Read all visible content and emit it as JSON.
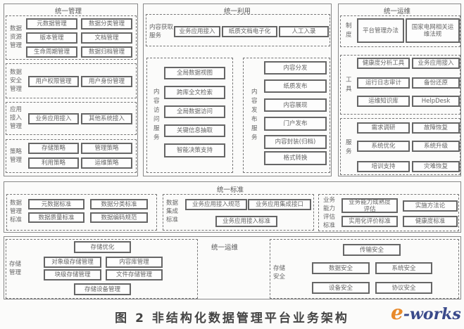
{
  "management": {
    "title": "统一管理",
    "resource": {
      "label": "数据资源管理",
      "items": [
        "元数据管理",
        "数据分类管理",
        "版本管理",
        "文档管理",
        "生命周期管理",
        "数据归档管理"
      ]
    },
    "security": {
      "label": "数据安全管理",
      "items": [
        "用户权限管理",
        "用户身份管理"
      ]
    },
    "access": {
      "label": "应用接入管理",
      "items": [
        "业务应用接入",
        "其他系统接入"
      ]
    },
    "policy": {
      "label": "策略管理",
      "items": [
        "存储策略",
        "管理策略",
        "利用策略",
        "运维策略"
      ]
    }
  },
  "utilization": {
    "title": "统一利用",
    "acquire": {
      "label": "内容获取服务",
      "items": [
        "业务应用接入",
        "纸质文档电子化",
        "人工入录"
      ]
    },
    "visit": {
      "label": "内容访问服务",
      "items": [
        "全局数据视图",
        "跨库全文检索",
        "全局数据访问",
        "关键信息抽取",
        "智能决策支持"
      ]
    },
    "publish": {
      "label": "内容发布服务",
      "items": [
        "内容分发",
        "纸质发布",
        "内容展现",
        "门户发布",
        "内容封装(归档)",
        "格式转换"
      ]
    }
  },
  "operation": {
    "title": "统一运维",
    "system": {
      "label": "制度",
      "items": [
        "平台管理办法",
        "国家电网相关运维法规"
      ]
    },
    "tools": {
      "label": "工具",
      "items": [
        "健康度分析工具",
        "业务应用接入",
        "运行日志审计",
        "备份还原",
        "运维知识库",
        "HelpDesk"
      ]
    },
    "service": {
      "label": "服务",
      "items": [
        "需求调研",
        "故障恢复",
        "系统优化",
        "系统升级",
        "培训支持",
        "灾难恢复"
      ]
    }
  },
  "standard": {
    "title": "统一标准",
    "data_mgmt": {
      "label": "数据管理标准",
      "items": [
        "元数据标准",
        "数据分类标准",
        "数据质量标准",
        "数据编码规范"
      ]
    },
    "integration": {
      "label": "数据集成标准",
      "items": [
        "业务应用接入规范",
        "业务应用集成接口",
        "业务应用接入标准"
      ]
    },
    "evaluation": {
      "label": "业务能力评估标准",
      "items": [
        "业务能力成熟度评估",
        "实施方法论",
        "实用化评价标准",
        "健康度标准"
      ]
    }
  },
  "bottom": {
    "title": "统一运维",
    "storage": {
      "label": "存储管理",
      "items": [
        "存储优化",
        "对象级存储管理",
        "内容库管理",
        "块级存储管理",
        "文件存储管理",
        "存储设备管理"
      ]
    },
    "security": {
      "label": "存储安全",
      "items": [
        "传输安全",
        "数据安全",
        "系统安全",
        "设备安全",
        "协议安全"
      ]
    }
  },
  "caption": "图 2   非结构化数据管理平台业务架构",
  "logo": "e-works"
}
